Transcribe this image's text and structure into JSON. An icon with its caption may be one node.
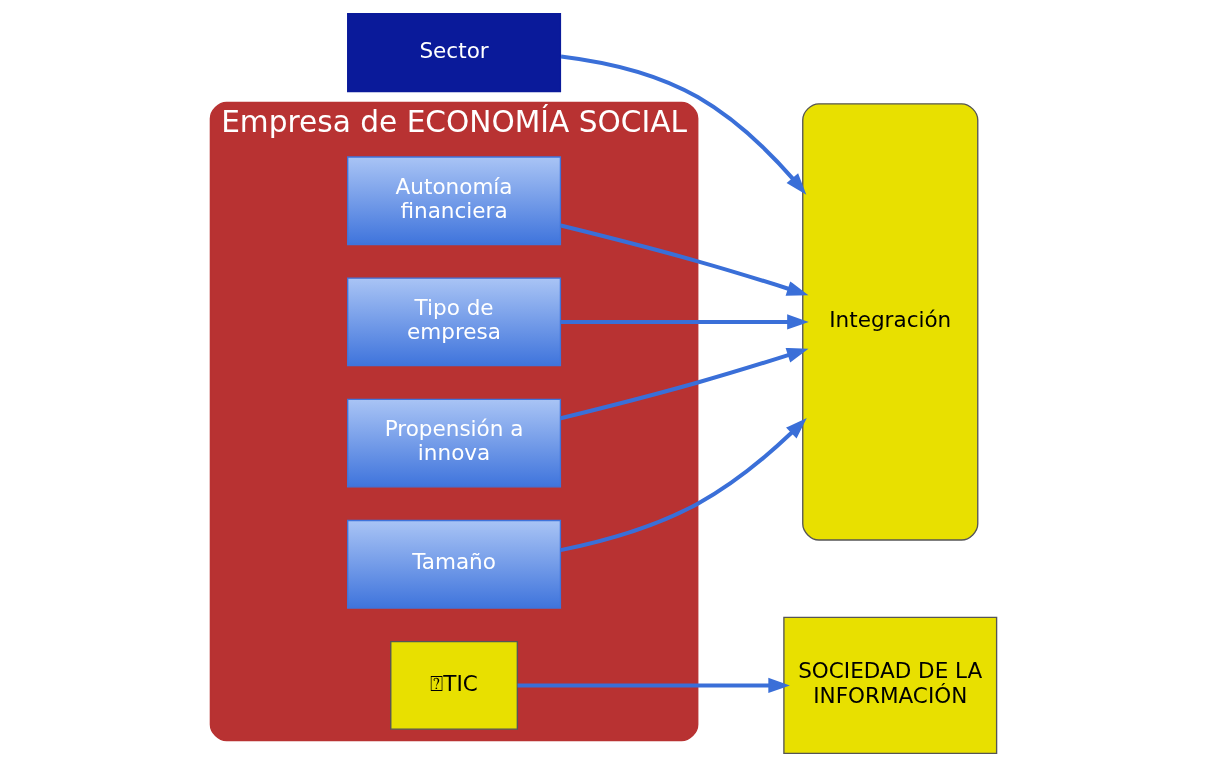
{
  "diagram": {
    "nodes": [
      {
        "text": [
          "Sector"
        ]
      },
      {
        "text": [
          "Empresa de ECONOMÍA SOCIAL"
        ]
      },
      {
        "text": [
          "Autonomía financiera"
        ],
        "in": 1
      },
      {
        "text": [
          "Tipo de empresa"
        ],
        "in": 1
      },
      {
        "text": [
          "Propensión a innova"
        ],
        "in": 1
      },
      {
        "text": [
          "Tamaño"
        ],
        "in": 1
      },
      {
        "text": [
          "⍰TIC"
        ],
        "in": 1
      },
      {
        "text": [
          "Integración"
        ]
      },
      {
        "text": [
          "SOCIEDAD DE LA INFORMACIÓN"
        ]
      }
    ],
    "edges": [
      {
        "from": 0,
        "to": 7,
        "arrow": "to"
      },
      {
        "from": 2,
        "to": 7,
        "arrow": "to"
      },
      {
        "from": 3,
        "to": 7,
        "arrow": "to"
      },
      {
        "from": 4,
        "to": 7,
        "arrow": "to"
      },
      {
        "from": 5,
        "to": 7,
        "arrow": "to"
      },
      {
        "from": 6,
        "to": 8,
        "arrow": "to"
      }
    ]
  }
}
